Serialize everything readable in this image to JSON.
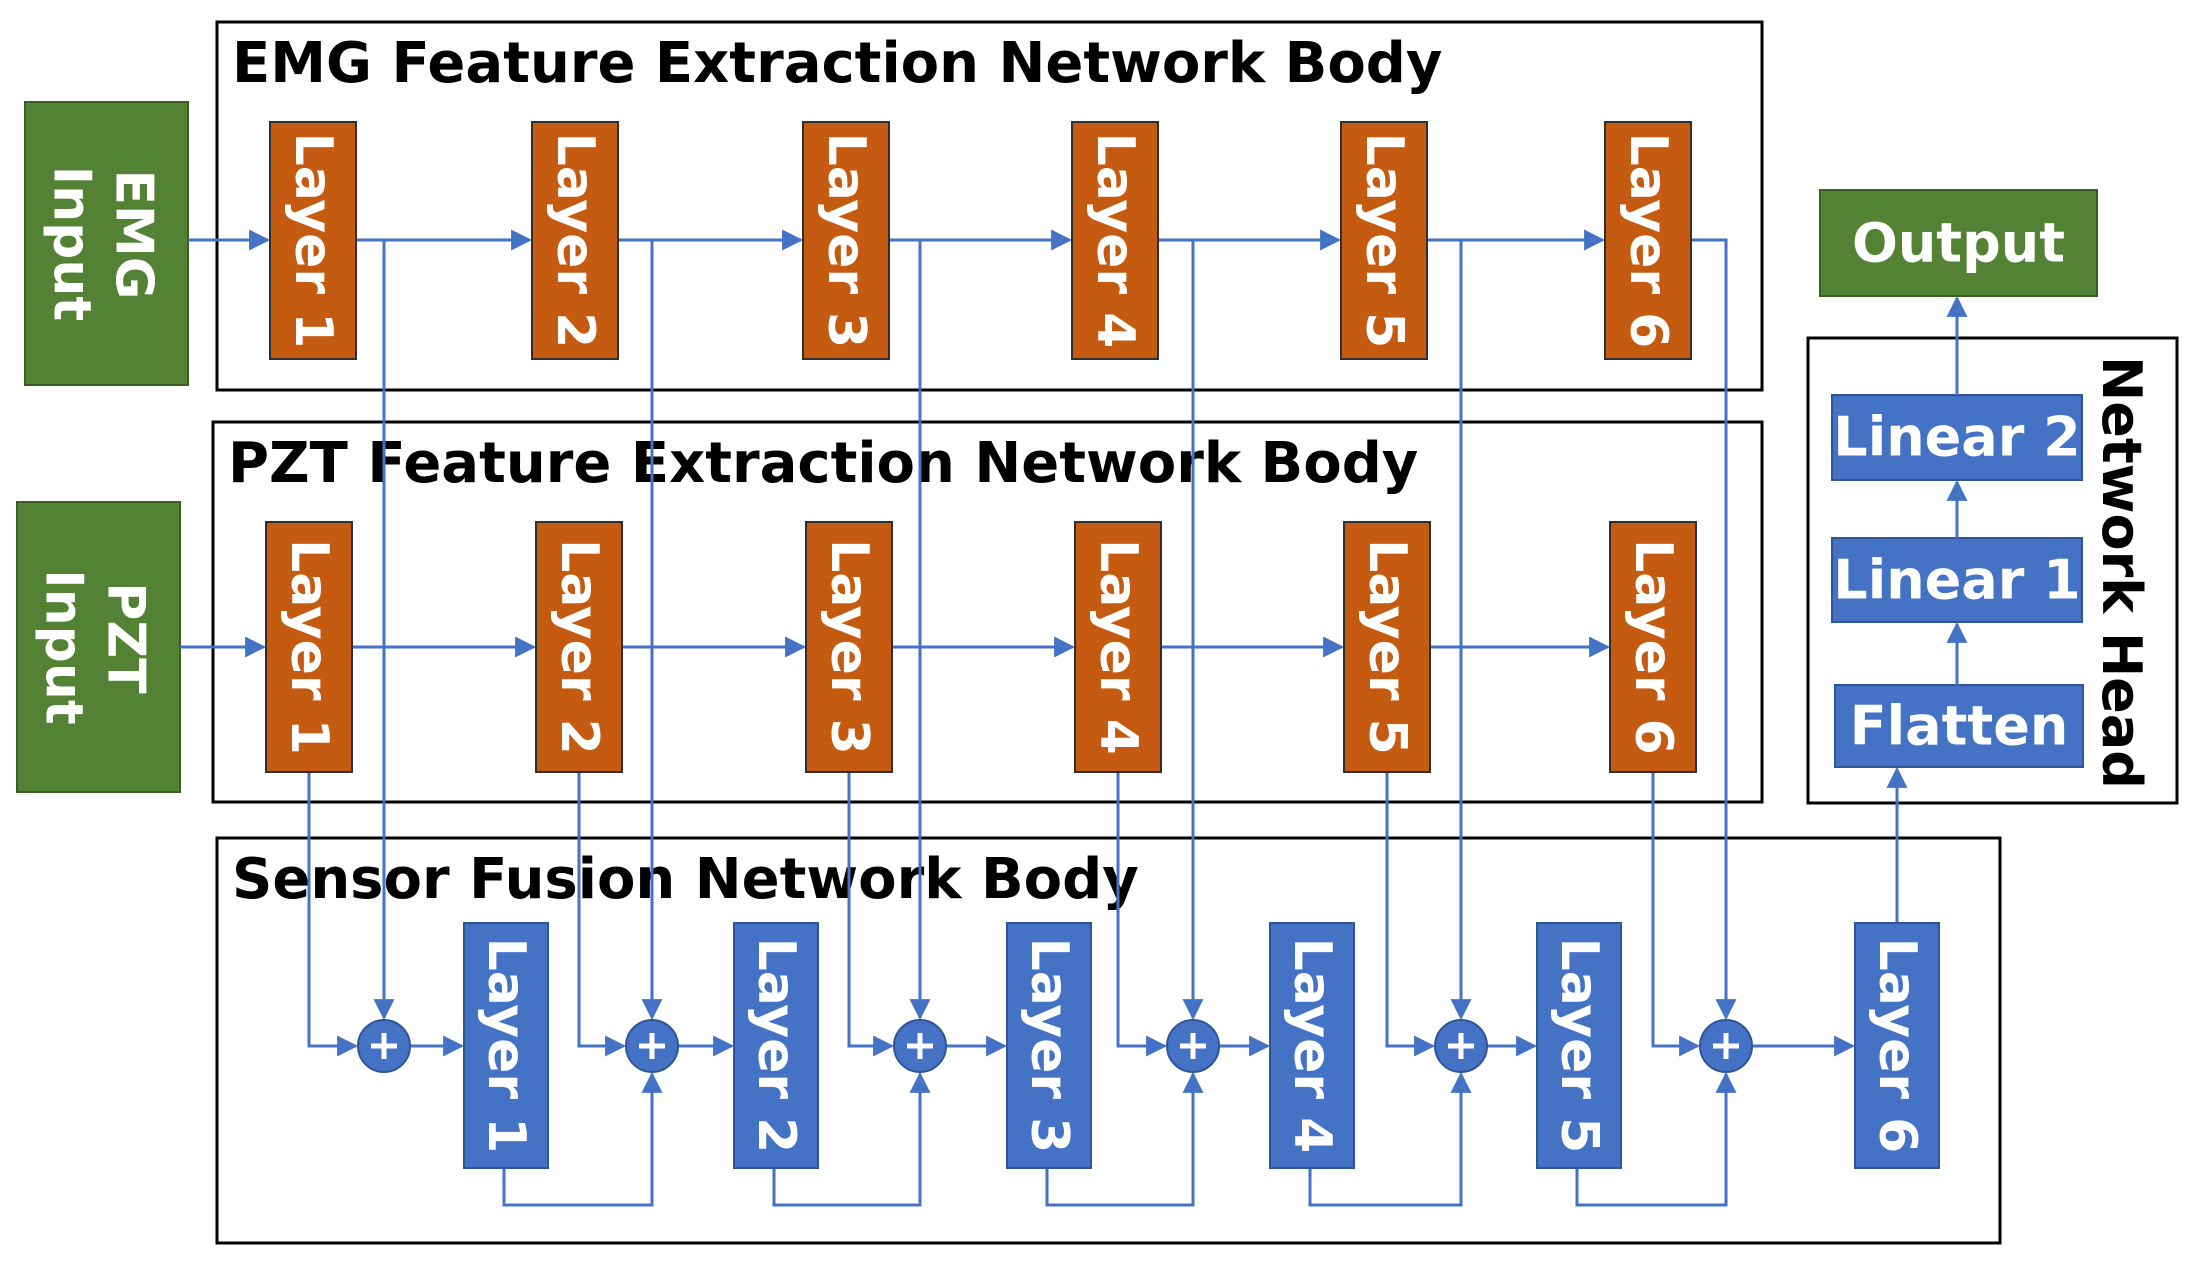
{
  "emg_body": {
    "title": "EMG Feature Extraction Network Body"
  },
  "pzt_body": {
    "title": "PZT Feature Extraction Network Body"
  },
  "fusion_body": {
    "title": "Sensor Fusion Network Body"
  },
  "network_head": {
    "title": "Network Head",
    "layers": [
      "Flatten",
      "Linear 1",
      "Linear 2"
    ]
  },
  "inputs": {
    "emg": [
      "EMG",
      "Input"
    ],
    "pzt": [
      "PZT",
      "Input"
    ]
  },
  "output": {
    "label": "Output"
  },
  "emg_layers": [
    "Layer 1",
    "Layer 2",
    "Layer 3",
    "Layer 4",
    "Layer 5",
    "Layer 6"
  ],
  "pzt_layers": [
    "Layer 1",
    "Layer 2",
    "Layer 3",
    "Layer 4",
    "Layer 5",
    "Layer 6"
  ],
  "fusion_layers": [
    "Layer 1",
    "Layer 2",
    "Layer 3",
    "Layer 4",
    "Layer 5",
    "Layer 6"
  ],
  "colors": {
    "feature_layer": "#c55a11",
    "fusion_layer": "#4472c4",
    "io_block": "#548235",
    "connector": "#4472c4"
  },
  "icons": {
    "sum_node": "plus-circle-icon"
  }
}
